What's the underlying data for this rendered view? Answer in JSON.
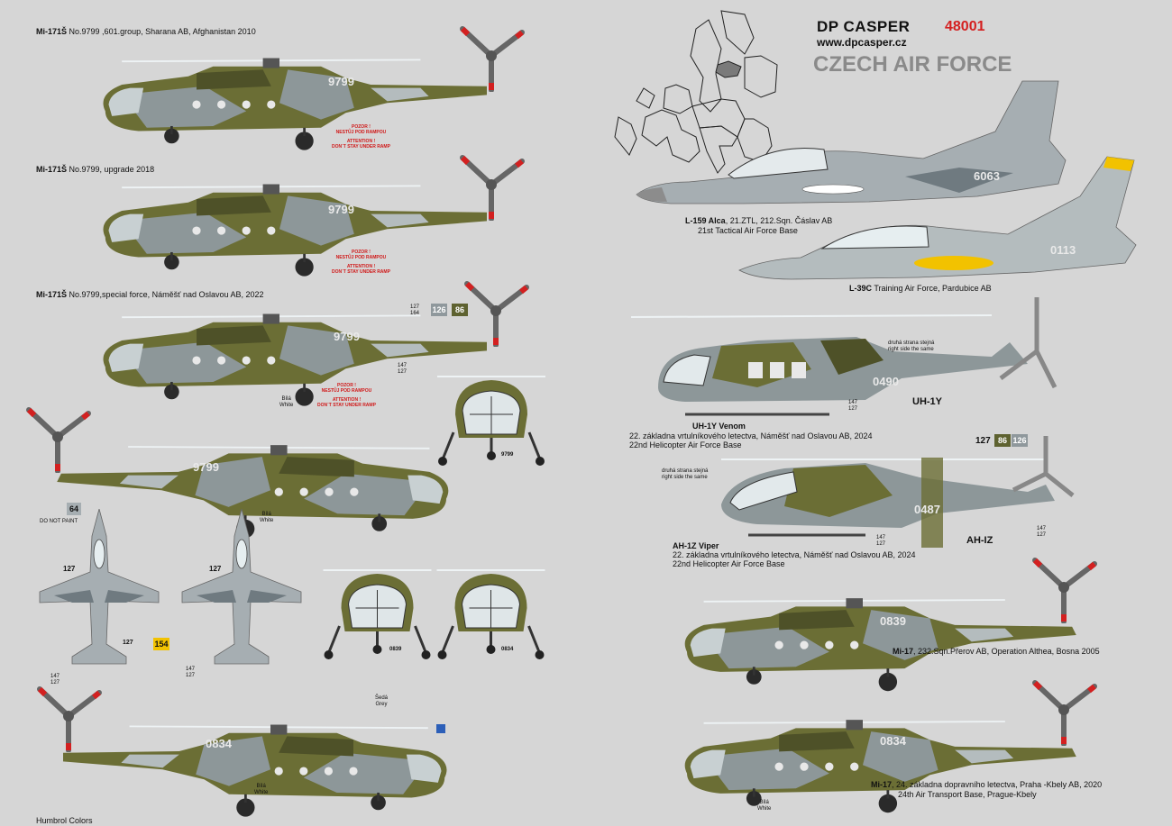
{
  "header": {
    "brand": "DP CASPER",
    "sheet_number": "48001",
    "website": "www.dpcasper.cz",
    "subtitle": "CZECH AIR FORCE"
  },
  "captions": {
    "mi171_a_name": "Mi-171Š",
    "mi171_a_text": "No.9799 ,601.group, Sharana AB, Afghanistan 2010",
    "mi171_b_name": "Mi-171Š",
    "mi171_b_text": "No.9799, upgrade 2018",
    "mi171_c_name": "Mi-171Š",
    "mi171_c_text": "No.9799,special force, Náměšť nad Oslavou AB, 2022",
    "l159_name": "L-159 Alca",
    "l159_line1": ", 21.ZTL, 212.Sqn. Čáslav AB",
    "l159_line2": "21st Tactical Air Force Base",
    "l39_name": "L-39C",
    "l39_text": "Training Air Force, Pardubice AB",
    "uh1y_name": "UH-1Y Venom",
    "uh1y_line1": "22. základna vrtulníkového letectva, Náměšť nad Oslavou AB, 2024",
    "uh1y_line2": "22nd Helicopter Air Force Base",
    "ah1z_name": "AH-1Z Viper",
    "ah1z_line1": "22. základna vrtulníkového letectva, Náměšť nad Oslavou AB, 2024",
    "ah1z_line2": "22nd Helicopter Air Force Base",
    "mi17_a_name": "Mi-17",
    "mi17_a_text": ", 232.Sqn.Přerov AB, Operation Althea, Bosna 2005",
    "mi17_b_name": "Mi-17",
    "mi17_b_line1": ", 24. základna dopravního letectva, Praha -Kbely AB, 2020",
    "mi17_b_line2": "24th Air Transport Base, Prague-Kbely",
    "footer": "Humbrol Colors"
  },
  "serials": {
    "mi171_a": "9799",
    "mi171_b": "9799",
    "mi171_c": "9799",
    "mi171_d": "9799",
    "mi171_front": "9799",
    "l159": "6063",
    "l39": "0113",
    "uh1y": "0490",
    "ah1z": "0487",
    "mi17_a": "0839",
    "mi17_b": "0834",
    "mi17_c": "0834",
    "mi17_front_a": "0839",
    "mi17_front_b": "0834",
    "uh1y_type": "UH-1Y",
    "ah1z_type": "AH-IZ"
  },
  "warnings": {
    "cz_line1": "POZOR !",
    "cz_line2": "NESTŮJ POD RAMPOU",
    "en_line1": "ATTENTION !",
    "en_line2": "DON´T STAY UNDER RAMP"
  },
  "notes": {
    "right_side_cz": "druhá strana stejná",
    "right_side_en": "right side the same",
    "white_cz": "Bílá",
    "white_en": "White",
    "grey_cz": "Šedá",
    "grey_en": "Grey",
    "do_not_paint": "DO NOT PAINT"
  },
  "color_tags": {
    "c127": "127",
    "c126": "126",
    "c86": "86",
    "c64": "64",
    "c154": "154",
    "c147": "147",
    "c164": "164"
  },
  "colors": {
    "background": "#d6d6d6",
    "olive": "#6b6e35",
    "dark_olive": "#4e5128",
    "camo_grey": "#8d9799",
    "light_grey": "#b4bcbe",
    "jet_grey": "#a6aeb2",
    "tag_126": "#8f989c",
    "tag_86": "#5e6230",
    "tag_154": "#f2c200",
    "sheet_number_red": "#d42020",
    "warning_red": "#d01818"
  }
}
